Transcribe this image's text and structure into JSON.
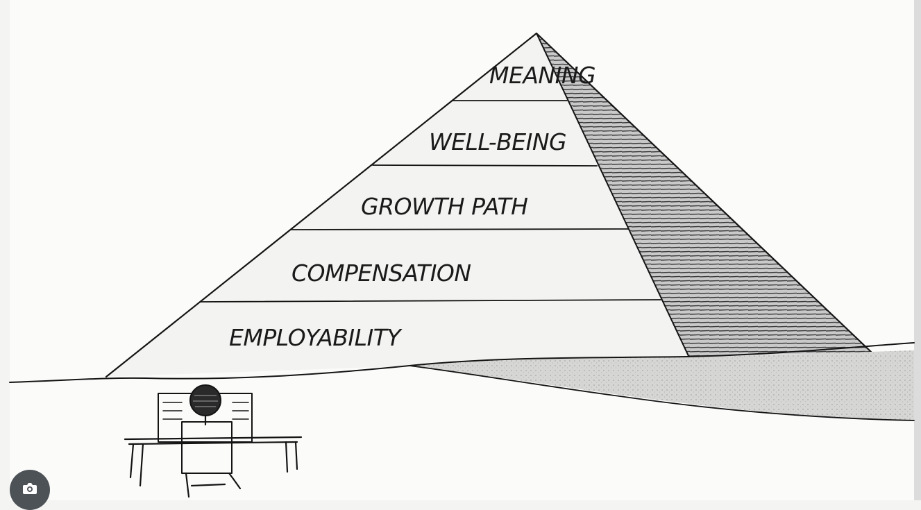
{
  "diagram": {
    "levels": [
      {
        "label": "MEANING"
      },
      {
        "label": "WELL-BEING"
      },
      {
        "label": "GROWTH PATH"
      },
      {
        "label": "COMPENSATION"
      },
      {
        "label": "EMPLOYABILITY"
      }
    ]
  },
  "overlay": {
    "lens_button_icon": "camera-icon"
  }
}
